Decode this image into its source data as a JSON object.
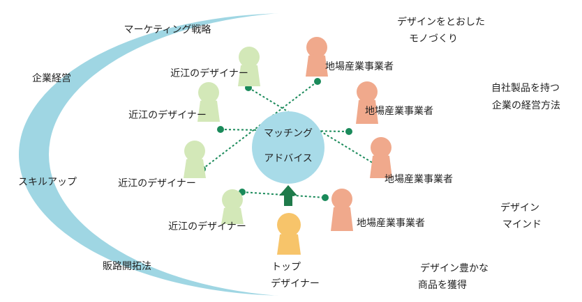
{
  "center": {
    "line1": "マッチング",
    "line2": "アドバイス"
  },
  "outer_labels": {
    "marketing": "マーケティング戦略",
    "design_making_1": "デザインをとおした",
    "design_making_2": "モノづくり",
    "management": "企業経営",
    "company_products_1": "自社製品を持つ",
    "company_products_2": "企業の経営方法",
    "skill_up": "スキルアップ",
    "design_mind_1": "デザイン",
    "design_mind_2": "マインド",
    "sales_channel": "販路開拓法",
    "design_products_1": "デザイン豊かな",
    "design_products_2": "商品を獲得"
  },
  "designers": [
    {
      "label": "近江のデザイナー"
    },
    {
      "label": "近江のデザイナー"
    },
    {
      "label": "近江のデザイナー"
    },
    {
      "label": "近江のデザイナー"
    }
  ],
  "businesses": [
    {
      "label": "地場産業事業者"
    },
    {
      "label": "地場産業事業者"
    },
    {
      "label": "地場産業事業者"
    },
    {
      "label": "地場産業事業者"
    }
  ],
  "top_designer": {
    "line1": "トップ",
    "line2": "デザイナー"
  },
  "colors": {
    "ring": "#9fd6e3",
    "ring_inner": "#ffffff",
    "center": "#a8dbe8",
    "designer": "#d3e8b8",
    "business": "#f0a98c",
    "top_designer": "#f7c46a",
    "connector": "#1a8a5a",
    "arrow": "#1f7a4a",
    "text": "#222222"
  }
}
